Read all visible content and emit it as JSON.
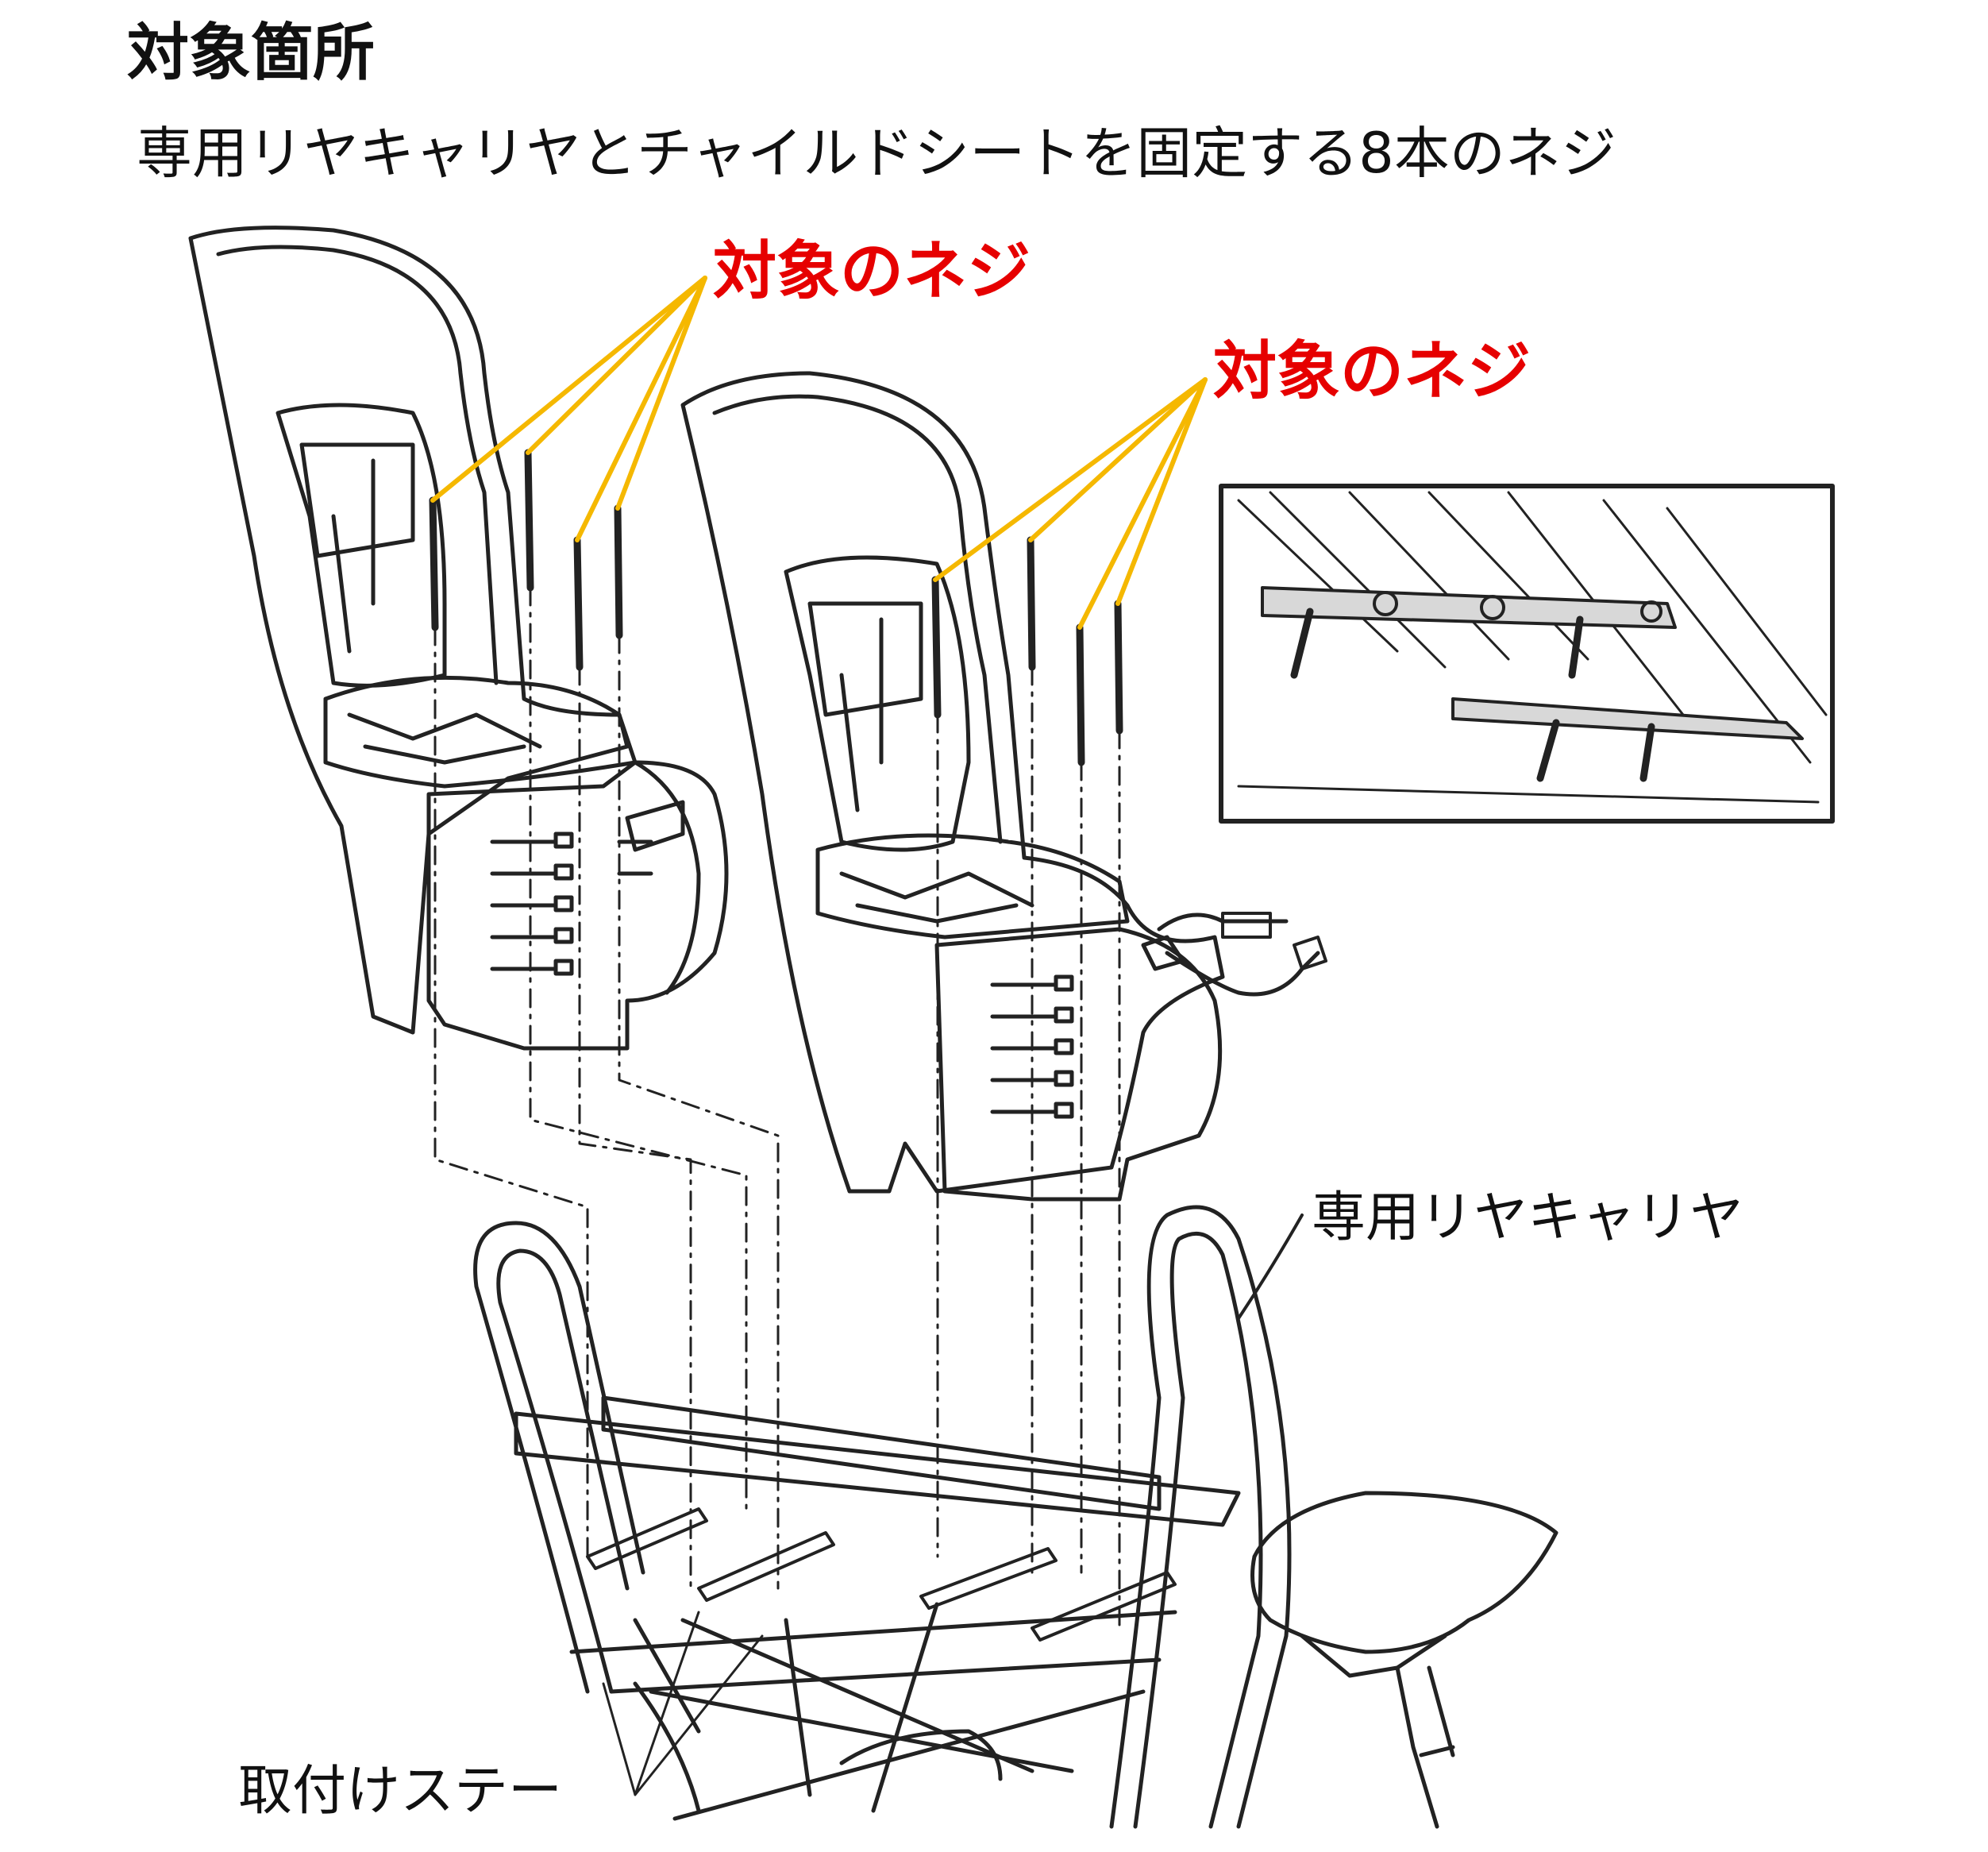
{
  "heading": "対象箇所",
  "subheading": "専用リヤキャリヤとチャイルドシートを固定する8本のネジ",
  "callouts": {
    "screws_a": "対象のネジ",
    "screws_b": "対象のネジ"
  },
  "labels": {
    "carrier": "専用リヤキャリヤ",
    "stay": "取付けステー"
  },
  "colors": {
    "callout_text": "#e60000",
    "leader_line": "#f5b800",
    "line_art": "#222222"
  }
}
